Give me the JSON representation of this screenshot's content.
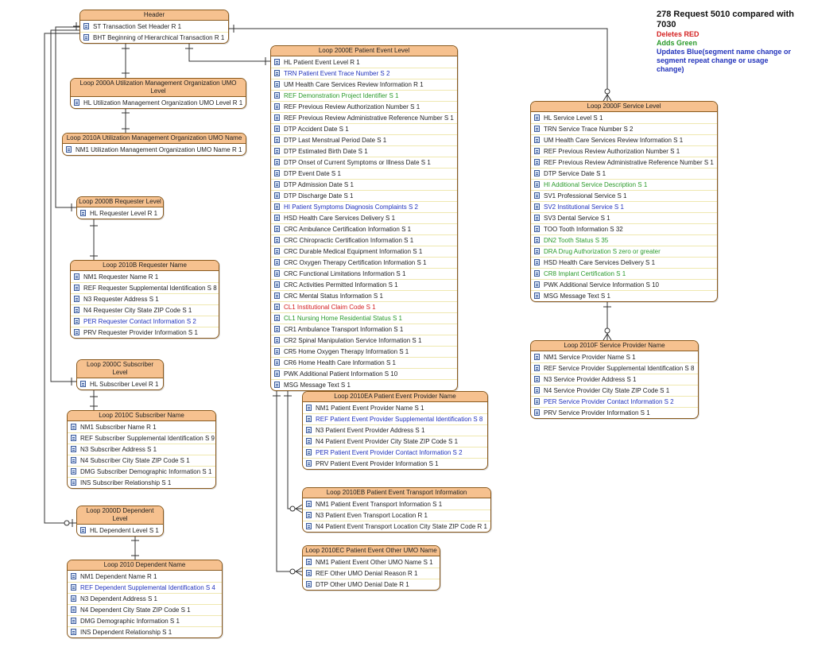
{
  "legend": {
    "title": "278 Request 5010 compared with 7030",
    "deletes": "Deletes RED",
    "adds": "Adds Green",
    "updates": "Updates Blue(segment name change or segment repeat change or usage change)",
    "colors": {
      "deletes": "#d42020",
      "adds": "#2a9a2a",
      "updates": "#2233bb"
    }
  },
  "entities": [
    {
      "id": "header",
      "name": "Header",
      "rows": [
        {
          "text": "ST Transaction Set Header R 1"
        },
        {
          "text": "BHT Beginning of Hierarchical Transaction R 1"
        }
      ]
    },
    {
      "id": "loop-2000a",
      "name": "Loop 2000A Utilization Management Organization UMO Level",
      "rows": [
        {
          "text": "HL Utilization Management Organization UMO Level R 1"
        }
      ]
    },
    {
      "id": "loop-2010a",
      "name": "Loop 2010A Utilization Management Organization UMO Name",
      "rows": [
        {
          "text": "NM1 Utilization Management Organization UMO Name R 1"
        }
      ]
    },
    {
      "id": "loop-2000b",
      "name": "Loop 2000B Requester Level",
      "rows": [
        {
          "text": "HL Requester Level R 1"
        }
      ]
    },
    {
      "id": "loop-2010b",
      "name": "Loop 2010B Requester Name",
      "rows": [
        {
          "text": "NM1 Requester Name R 1"
        },
        {
          "text": "REF Requester Supplemental Identification S 8"
        },
        {
          "text": "N3 Requester Address S 1"
        },
        {
          "text": "N4 Requester City State ZIP Code S 1"
        },
        {
          "text": "PER Requester Contact Information S 2",
          "color": "blue"
        },
        {
          "text": "PRV Requester Provider Information S 1"
        }
      ]
    },
    {
      "id": "loop-2000c",
      "name": "Loop 2000C Subscriber Level",
      "rows": [
        {
          "text": "HL Subscriber Level R 1"
        }
      ]
    },
    {
      "id": "loop-2010c",
      "name": "Loop 2010C Subscriber Name",
      "rows": [
        {
          "text": "NM1 Subscriber Name R 1"
        },
        {
          "text": "REF Subscriber Supplemental Identification S 9"
        },
        {
          "text": "N3 Subscriber Address S 1"
        },
        {
          "text": "N4 Subscriber City State ZIP Code S 1"
        },
        {
          "text": "DMG Subscriber Demographic Information S 1"
        },
        {
          "text": "INS Subscriber Relationship S 1"
        }
      ]
    },
    {
      "id": "loop-2000d",
      "name": "Loop 2000D Dependent Level",
      "rows": [
        {
          "text": "HL Dependent Level S 1"
        }
      ]
    },
    {
      "id": "loop-2010d",
      "name": "Loop 2010 Dependent Name",
      "rows": [
        {
          "text": "NM1 Dependent Name R 1"
        },
        {
          "text": "REF Dependent Supplemental Identification S 4",
          "color": "blue"
        },
        {
          "text": "N3 Dependent Address S 1"
        },
        {
          "text": "N4 Dependent City State ZIP Code S 1"
        },
        {
          "text": "DMG Demographic Information S 1"
        },
        {
          "text": "INS Dependent Relationship S 1"
        }
      ]
    },
    {
      "id": "loop-2000e",
      "name": "Loop 2000E Patient Event Level",
      "rows": [
        {
          "text": "HL Patient Event Level R 1"
        },
        {
          "text": "TRN Patient Event Trace Number S 2",
          "color": "blue"
        },
        {
          "text": "UM Health Care Services Review Information R 1"
        },
        {
          "text": "REF Demonstration Project Identifier S 1",
          "color": "green"
        },
        {
          "text": "REF Previous Review Authorization Number S 1"
        },
        {
          "text": "REF Previous Review Administrative Reference Number S 1"
        },
        {
          "text": "DTP Accident Date S 1"
        },
        {
          "text": "DTP Last Menstrual Period Date S 1"
        },
        {
          "text": "DTP Estimated Birth Date S 1"
        },
        {
          "text": "DTP Onset of Current Symptoms or Illness Date S 1"
        },
        {
          "text": "DTP Event Date S 1"
        },
        {
          "text": "DTP Admission Date S 1"
        },
        {
          "text": "DTP Discharge Date S 1"
        },
        {
          "text": "HI Patient Symptoms Diagnosis Complaints S 2",
          "color": "blue"
        },
        {
          "text": "HSD Health Care Services Delivery S 1"
        },
        {
          "text": "CRC Ambulance Certification Information S 1"
        },
        {
          "text": "CRC Chiropractic Certification Information S 1"
        },
        {
          "text": "CRC Durable Medical Equipment Information S 1"
        },
        {
          "text": "CRC Oxygen Therapy Certification Information S 1"
        },
        {
          "text": "CRC Functional Limitations Information S 1"
        },
        {
          "text": "CRC Activities Permitted Information S 1"
        },
        {
          "text": "CRC Mental Status Information S 1"
        },
        {
          "text": "CL1 Institutional Claim Code S 1",
          "color": "red"
        },
        {
          "text": "CL1 Nursing Home Residential Status S 1",
          "color": "green"
        },
        {
          "text": "CR1 Ambulance Transport Information S 1"
        },
        {
          "text": "CR2 Spinal Manipulation Service Information S 1"
        },
        {
          "text": "CR5 Home Oxygen Therapy Information S 1"
        },
        {
          "text": "CR6 Home Health Care Information S 1"
        },
        {
          "text": "PWK Additional Patient Information S 10"
        },
        {
          "text": "MSG Message Text S 1"
        }
      ]
    },
    {
      "id": "loop-2010ea",
      "name": "Loop 2010EA Patient Event Provider Name",
      "rows": [
        {
          "text": "NM1 Patient Event Provider Name S 1"
        },
        {
          "text": "REF Patient Event Provider Supplemental Identification S 8",
          "color": "blue"
        },
        {
          "text": "N3 Patient Event Provider Address S 1"
        },
        {
          "text": "N4 Patient Event Provider City State ZIP Code S 1"
        },
        {
          "text": "PER Patient Event Provider Contact Information S 2",
          "color": "blue"
        },
        {
          "text": "PRV Patient Event Provider Information S 1"
        }
      ]
    },
    {
      "id": "loop-2010eb",
      "name": "Loop 2010EB Patient Event Transport Information",
      "rows": [
        {
          "text": "NM1 Patient Event Transport Information S 1"
        },
        {
          "text": "N3 Patient Even Transport Location R 1"
        },
        {
          "text": "N4 Patient Event Transport Location City State ZIP Code R 1"
        }
      ]
    },
    {
      "id": "loop-2010ec",
      "name": "Loop 2010EC Patient Event Other UMO Name",
      "rows": [
        {
          "text": "NM1 Patient Event Other UMO Name S 1"
        },
        {
          "text": "REF Other UMO Denial Reason R 1"
        },
        {
          "text": "DTP Other UMO Denial Date R 1"
        }
      ]
    },
    {
      "id": "loop-2000f",
      "name": "Loop 2000F Service Level",
      "rows": [
        {
          "text": "HL Service Level S 1"
        },
        {
          "text": "TRN Service Trace Number S 2"
        },
        {
          "text": "UM Health Care Services Review Information S 1"
        },
        {
          "text": "REF Previous Review Authorization Number S 1"
        },
        {
          "text": "REF Previous Review Administrative Reference Number S 1"
        },
        {
          "text": "DTP Service Date S 1"
        },
        {
          "text": "HI Additional Service Description S 1",
          "color": "green"
        },
        {
          "text": "SV1 Professional Service S 1"
        },
        {
          "text": "SV2 Institutional Service S 1",
          "color": "blue"
        },
        {
          "text": "SV3 Dental Service S 1"
        },
        {
          "text": "TOO Tooth Information S 32"
        },
        {
          "text": "DN2 Tooth Status S 35",
          "color": "green"
        },
        {
          "text": "DRA Drug Authorization S zero or greater",
          "color": "green"
        },
        {
          "text": "HSD Health Care Services Delivery S 1"
        },
        {
          "text": "CR8 Implant Certification S 1",
          "color": "green"
        },
        {
          "text": "PWK Additional Service Information S 10"
        },
        {
          "text": "MSG Message Text S 1"
        }
      ]
    },
    {
      "id": "loop-2010f",
      "name": "Loop 2010F Service Provider Name",
      "rows": [
        {
          "text": "NM1 Service Provider Name S 1"
        },
        {
          "text": "REF Service Provider Supplemental Identification S 8"
        },
        {
          "text": "N3 Service Provider Address S 1"
        },
        {
          "text": "N4 Service Provider City State ZIP Code S 1"
        },
        {
          "text": "PER Service Provider Contact Information S 2",
          "color": "blue"
        },
        {
          "text": "PRV Service Provider Information S 1"
        }
      ]
    }
  ],
  "relationships": [
    {
      "from": "header",
      "to": "loop-2000a"
    },
    {
      "from": "loop-2000a",
      "to": "loop-2010a"
    },
    {
      "from": "header",
      "to": "loop-2000b"
    },
    {
      "from": "loop-2000b",
      "to": "loop-2010b"
    },
    {
      "from": "header",
      "to": "loop-2000c"
    },
    {
      "from": "loop-2000c",
      "to": "loop-2010c"
    },
    {
      "from": "header",
      "to": "loop-2000d"
    },
    {
      "from": "loop-2000d",
      "to": "loop-2010d"
    },
    {
      "from": "header",
      "to": "loop-2000e"
    },
    {
      "from": "loop-2000e",
      "to": "loop-2010ea"
    },
    {
      "from": "loop-2000e",
      "to": "loop-2010eb"
    },
    {
      "from": "loop-2000e",
      "to": "loop-2010ec"
    },
    {
      "from": "header",
      "to": "loop-2000f"
    },
    {
      "from": "loop-2000f",
      "to": "loop-2010f"
    }
  ]
}
